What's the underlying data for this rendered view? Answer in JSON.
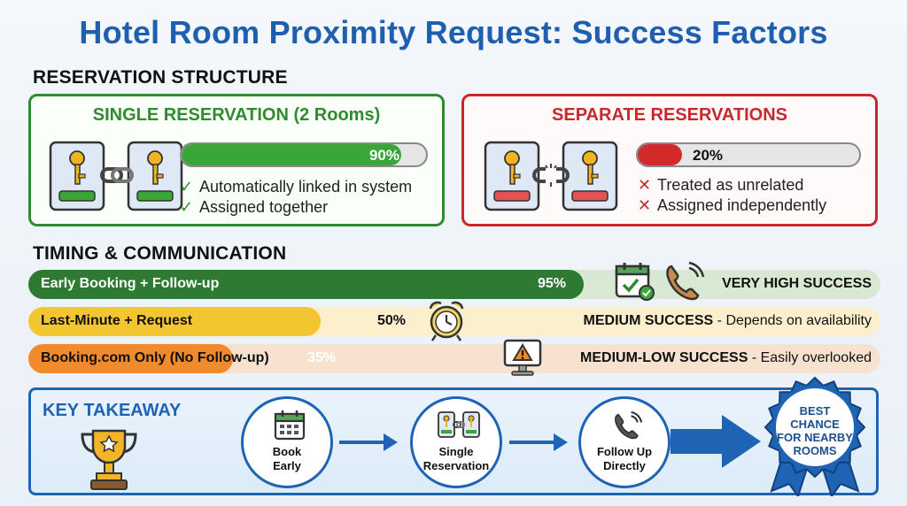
{
  "title": "Hotel Room Proximity Request: Success Factors",
  "reservation_section": {
    "heading": "RESERVATION STRUCTURE",
    "single": {
      "title": "SINGLE RESERVATION (2 Rooms)",
      "percent": 0.9,
      "percent_label": "90%",
      "bullets": [
        "Automatically linked in system",
        "Assigned together"
      ],
      "bullet_marker": "✓",
      "color": "#2e8b2e"
    },
    "separate": {
      "title": "SEPARATE RESERVATIONS",
      "percent": 0.2,
      "percent_label": "20%",
      "bullets": [
        "Treated as unrelated",
        "Assigned independently"
      ],
      "bullet_marker": "✕",
      "color": "#c8282b"
    }
  },
  "timing_section": {
    "heading": "TIMING & COMMUNICATION",
    "rows": [
      {
        "label": "Early Booking + Follow-up",
        "percent": 0.95,
        "percent_label": "95%",
        "result_bold": "VERY HIGH SUCCESS",
        "result_rest": "",
        "color": "#2e7a32",
        "bg": "#d9e8d2",
        "icons": [
          "calendar-check-icon",
          "phone-icon"
        ]
      },
      {
        "label": "Last-Minute + Request",
        "percent": 0.5,
        "percent_label": "50%",
        "result_bold": "MEDIUM SUCCESS",
        "result_rest": " - Depends on availability",
        "color": "#f3c531",
        "bg": "#fbefcd",
        "icons": [
          "alarm-clock-icon"
        ]
      },
      {
        "label": "Booking.com Only (No Follow-up)",
        "percent": 0.35,
        "percent_label": "35%",
        "result_bold": "MEDIUM-LOW SUCCESS",
        "result_rest": " - Easily overlooked",
        "color": "#f08a2c",
        "bg": "#f7e2d0",
        "icons": [
          "warning-monitor-icon"
        ]
      }
    ]
  },
  "takeaway": {
    "heading": "KEY TAKEAWAY",
    "steps": [
      {
        "label_1": "Book",
        "label_2": "Early",
        "icon": "calendar-icon"
      },
      {
        "label_1": "Single",
        "label_2": "Reservation",
        "icon": "linked-keycards-icon"
      },
      {
        "label_1": "Follow Up",
        "label_2": "Directly",
        "icon": "phone-icon"
      }
    ],
    "badge": {
      "line_1": "BEST",
      "line_2": "CHANCE",
      "line_3": "FOR NEARBY",
      "line_4": "ROOMS"
    },
    "accent": "#1f64b4"
  }
}
